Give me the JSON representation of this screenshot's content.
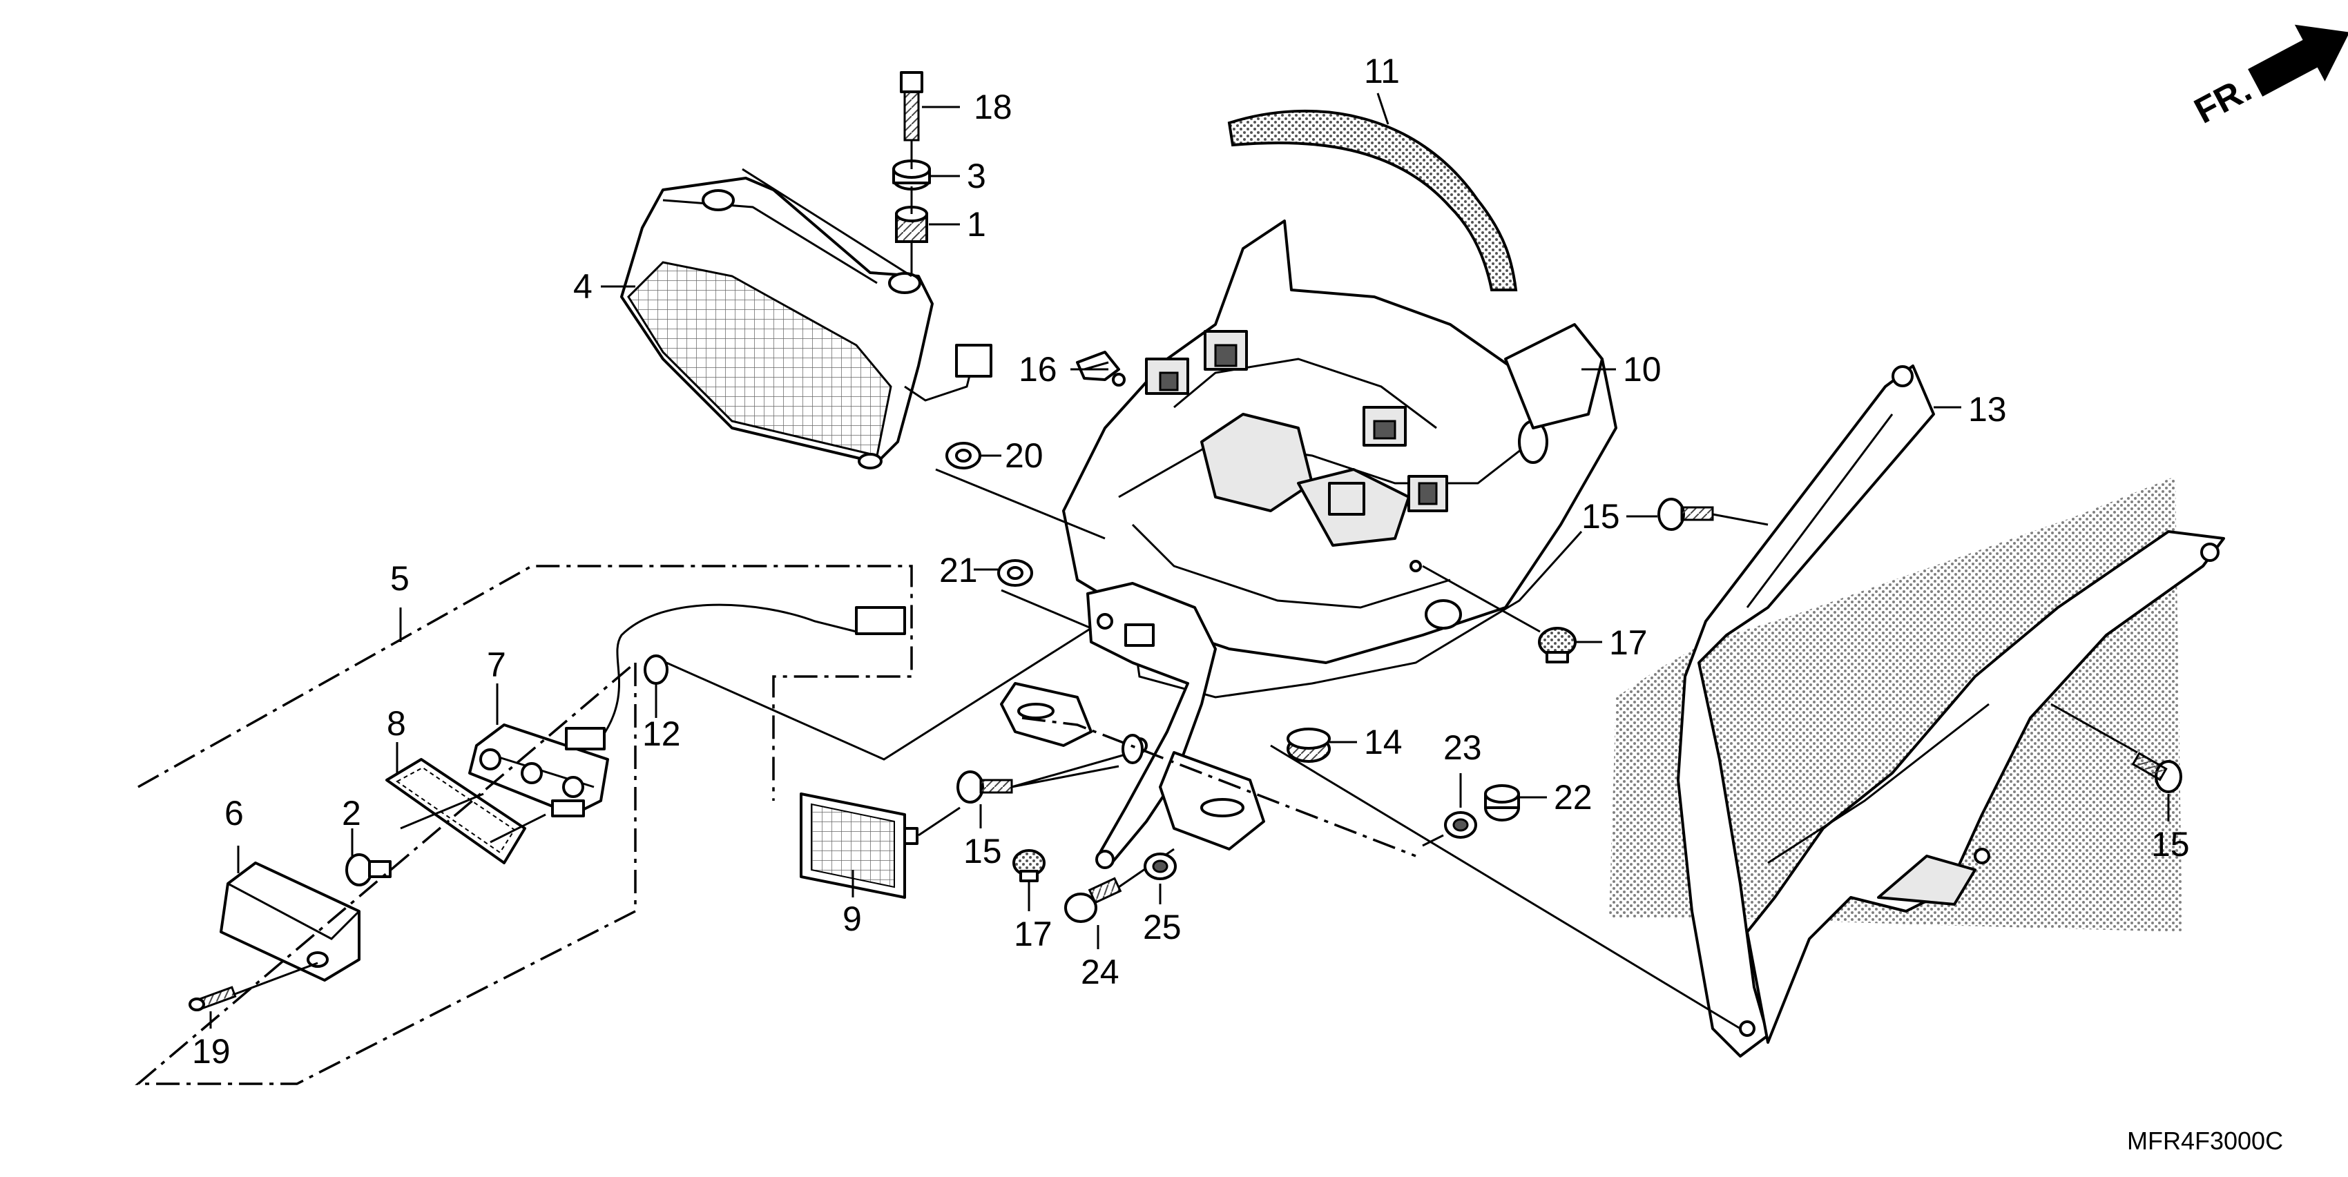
{
  "diagram": {
    "code": "MFR4F3000C",
    "direction_label": "FR.",
    "callouts": [
      {
        "id": "c1",
        "label": "1"
      },
      {
        "id": "c2",
        "label": "2"
      },
      {
        "id": "c3",
        "label": "3"
      },
      {
        "id": "c4",
        "label": "4"
      },
      {
        "id": "c5",
        "label": "5"
      },
      {
        "id": "c6",
        "label": "6"
      },
      {
        "id": "c7",
        "label": "7"
      },
      {
        "id": "c8",
        "label": "8"
      },
      {
        "id": "c9",
        "label": "9"
      },
      {
        "id": "c10",
        "label": "10"
      },
      {
        "id": "c11",
        "label": "11"
      },
      {
        "id": "c12",
        "label": "12"
      },
      {
        "id": "c13",
        "label": "13"
      },
      {
        "id": "c14",
        "label": "14"
      },
      {
        "id": "c15a",
        "label": "15"
      },
      {
        "id": "c15b",
        "label": "15"
      },
      {
        "id": "c15c",
        "label": "15"
      },
      {
        "id": "c16",
        "label": "16"
      },
      {
        "id": "c17a",
        "label": "17"
      },
      {
        "id": "c17b",
        "label": "17"
      },
      {
        "id": "c18",
        "label": "18"
      },
      {
        "id": "c19",
        "label": "19"
      },
      {
        "id": "c20",
        "label": "20"
      },
      {
        "id": "c21",
        "label": "21"
      },
      {
        "id": "c22",
        "label": "22"
      },
      {
        "id": "c23",
        "label": "23"
      },
      {
        "id": "c24",
        "label": "24"
      },
      {
        "id": "c25",
        "label": "25"
      }
    ]
  }
}
